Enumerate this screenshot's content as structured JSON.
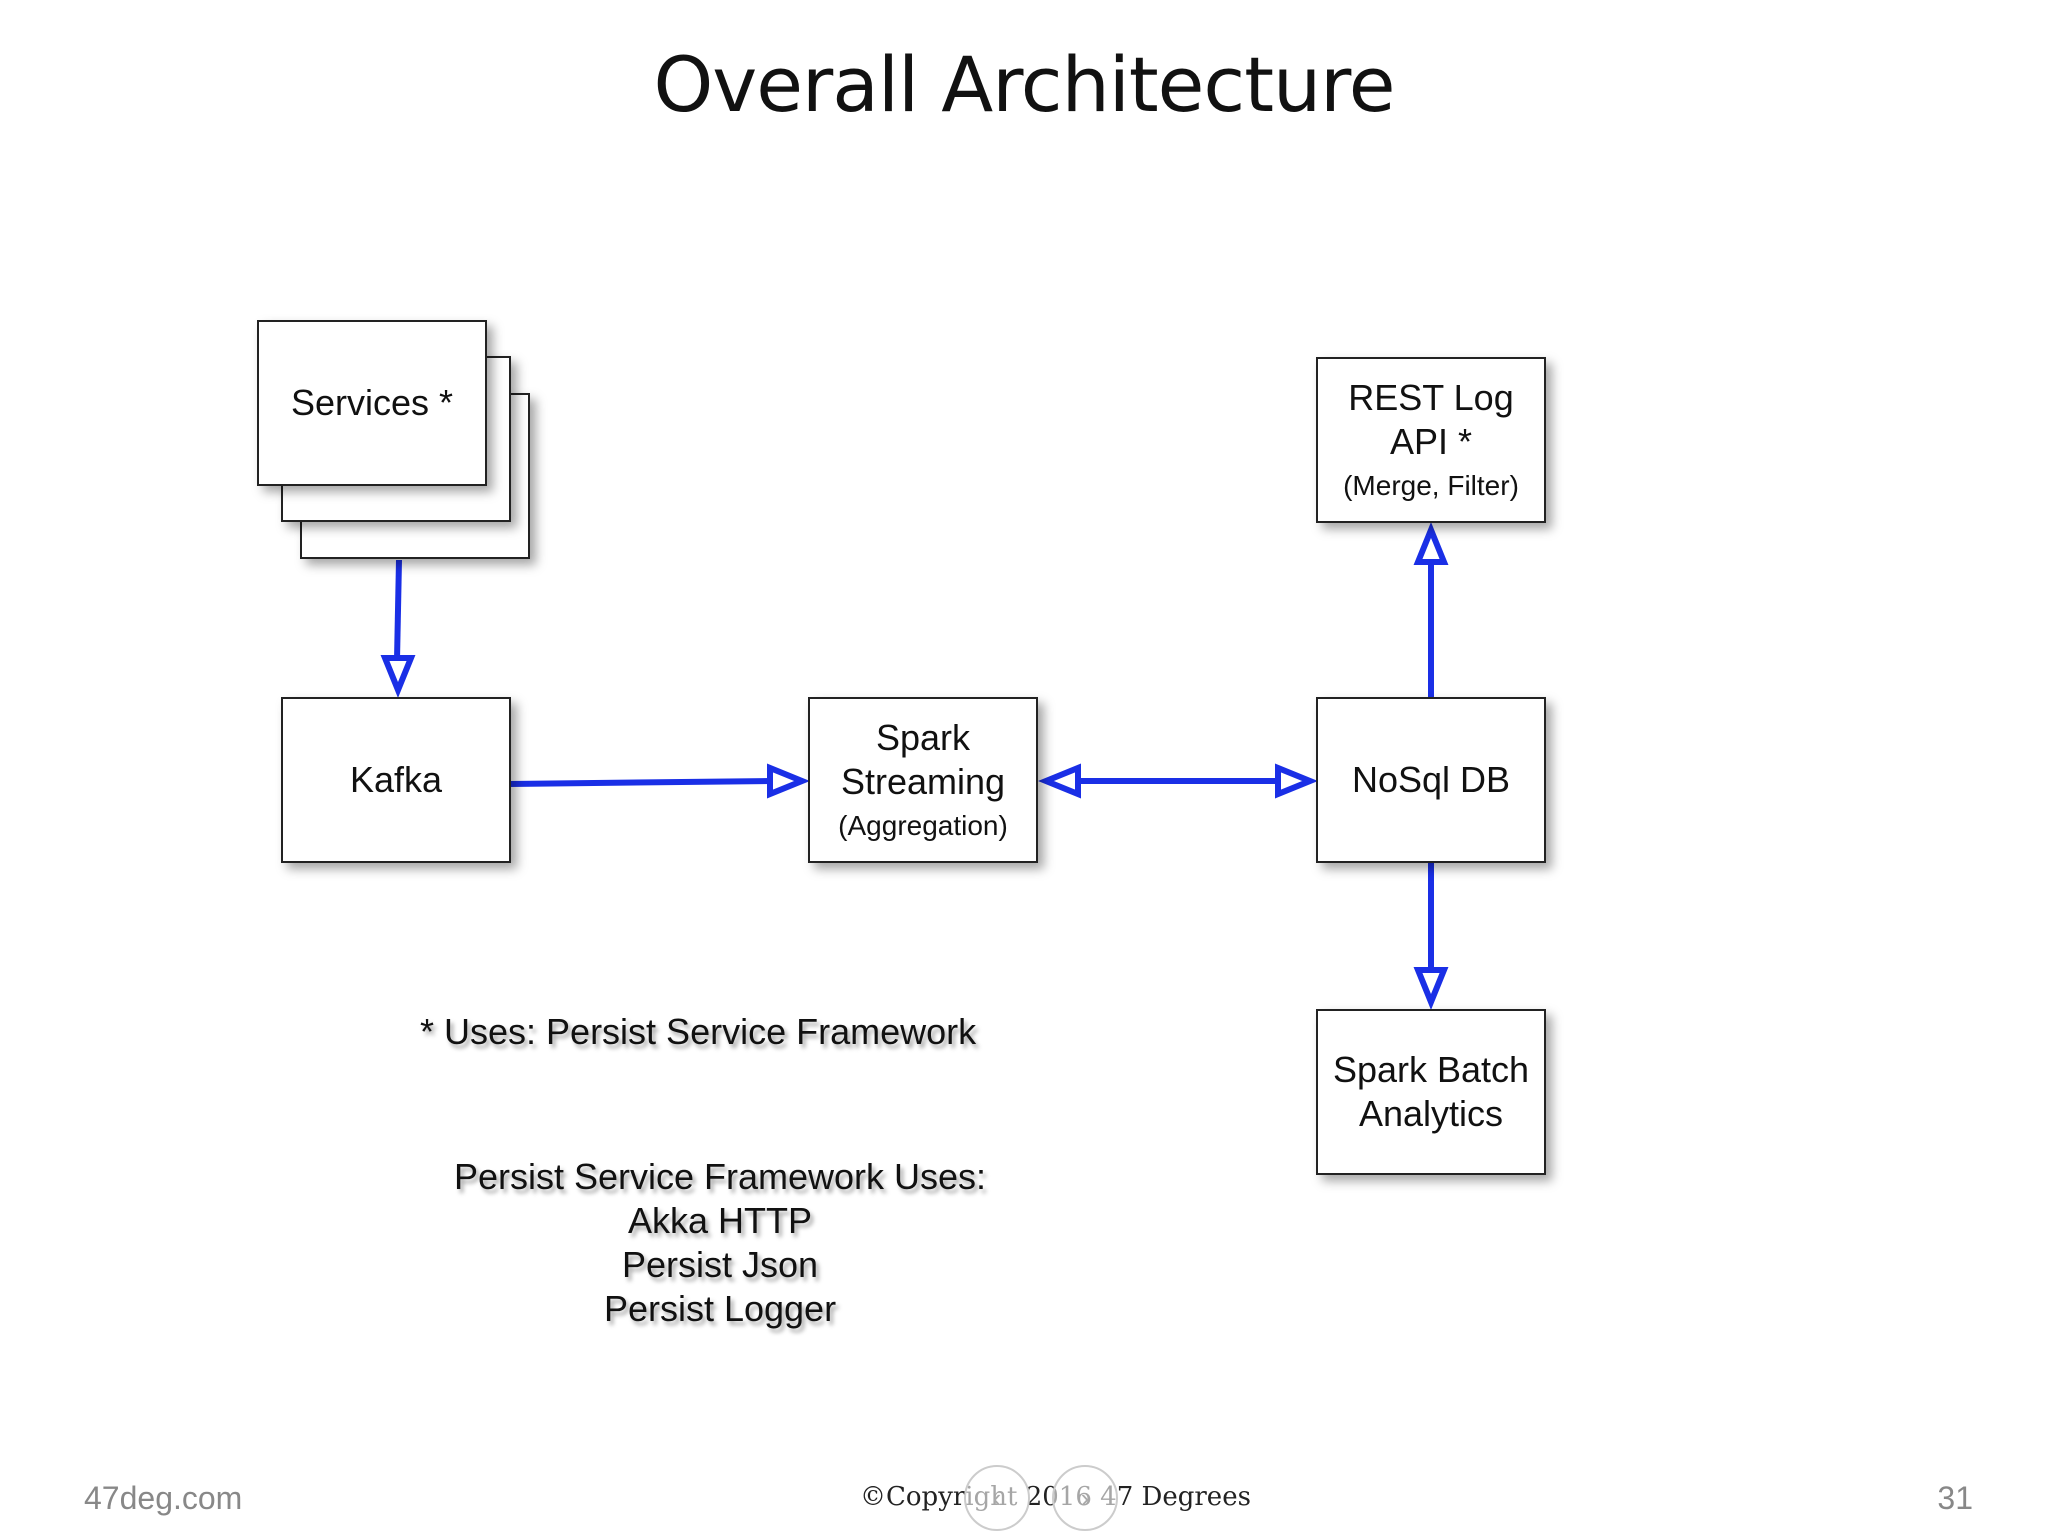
{
  "title": "Overall Architecture",
  "nodes": {
    "services": {
      "label": "Services *"
    },
    "kafka": {
      "label": "Kafka"
    },
    "spark_streaming": {
      "label_1": "Spark",
      "label_2": "Streaming",
      "sub": "(Aggregation)"
    },
    "nosql": {
      "label": "NoSql DB"
    },
    "rest_log_api": {
      "label_1": "REST Log",
      "label_2": "API *",
      "sub": "(Merge, Filter)"
    },
    "spark_batch": {
      "label_1": "Spark Batch",
      "label_2": "Analytics"
    }
  },
  "notes": {
    "uses": "* Uses: Persist Service Framework",
    "framework_heading": "Persist Service Framework Uses:",
    "framework_items": [
      "Akka HTTP",
      "Persist Json",
      "Persist Logger"
    ]
  },
  "footer": {
    "site": "47deg.com",
    "copyright": "©Copyright 2016  47 Degrees",
    "page_number": "31"
  },
  "colors": {
    "arrow": "#1a2fe6"
  },
  "icons": {
    "prev": "chevron-left-icon",
    "next": "chevron-right-icon"
  }
}
